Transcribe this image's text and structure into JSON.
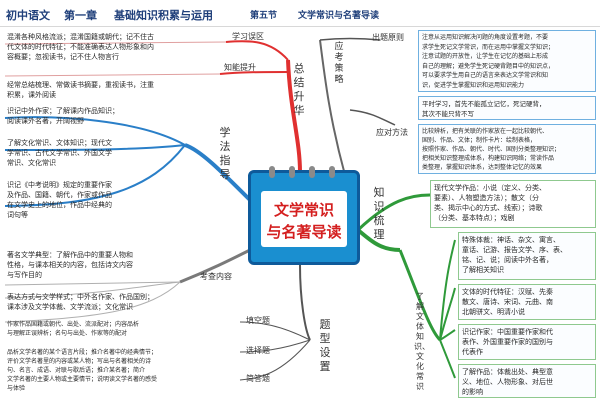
{
  "header": {
    "subject": "初中语文",
    "chapter": "第一章",
    "chapter_title": "基础知识积累与运用",
    "section": "第五节",
    "section_title": "文学常识与名著导读"
  },
  "center": {
    "line1": "文学常识",
    "line2": "与名著导读"
  },
  "left": {
    "summary_label": "总结升华",
    "mistakes_label": "学习误区",
    "improve_label": "知能提升",
    "mistakes_text": "混淆各种风格流派；混淆国籍或朝代；记不住古\n代文体的时代特征；不能准确表达人物形象和内\n容概要；忽视读书，记不住人物言行",
    "improve_text": "经常总结梳理、常做读书摘要，重视读书，注重\n积累，课外阅读",
    "method_label": "学法指导",
    "method_box1": "识记中外作家；了解课内作品知识；\n阅读课外名著，开阔视野",
    "method_box2": "了解文化常识、文体知识；现代文\n学常识、古代文学常识、外国文学\n常识、文化常识",
    "method_box3": "识记《中考说明》规定的重要作家\n及作品、国籍、朝代，作家或作品\n在文学史上的地位，作品中经典的\n词句等",
    "exam_label": "考查内容",
    "exam_box1": "著名文学典型：了解作品中的重要人物和\n性格，与课本相关的内容，包括诗文内容\n与写作目的",
    "exam_box2": "表达方式与文学样式；中外名作家、作品国别；\n课本涉及文学体裁、文学流派；文化常识",
    "exam_box3": "作家作品国籍或朝代、出处、流派配对；内容品析\n与理解正误辨析；名句与出处、作家等的配对",
    "exam_box4": "品析文学名著的某个语言片段；推介名著中的经典情节；\n评价文学名著里的内容或某人物；写出与名著相关的诗\n句、名言、成语、对联与歇后语；推介某名著；简介\n文学名著的主要人物或主要情节；说明读文学名著的感受\n与体验",
    "qtype_label": "题型设置",
    "qtype_fill": "填空题",
    "qtype_choice": "选择题",
    "qtype_short": "简答题"
  },
  "right": {
    "strategy_label": "应考策略",
    "principle_label": "出题原则",
    "principle_text": "注意从运用知识解决问题的角度设置考题，不要\n求学生死记文学常识，而在运用中掌握文学知识；\n注意试题的开放性，让学生在记忆的基础上形成\n自己的理解；避免学生死记硬背题目中的知识点，\n可以要求学生用自己的语言来表达文学常识和知\n识，促进学生掌握知识和运用知识能力",
    "attitude_text": "平时学习，首先不能孤立记忆，死记硬背，\n其次不能只背不写",
    "method_label": "应对方法",
    "method_text": "比较辨析，把有关联的作家放在一起比较朝代、\n国别、作品、文体；制作卡片：绘制表格，\n按照作家、作品、朝代、时代、国别分类整理知识；\n把相关知识整理成体系，构建知识网络；常读作品\n类整理，掌握知识体系，达到整体记忆的效果",
    "knowledge_label": "知识梳理",
    "lit_text": "现代文学作品：小说（定义、分类、\n要素）、人物塑造方法）；散文（分\n类、揭示中心的方式、线索）；诗歌\n（分类、基本特点）；戏剧",
    "culture_label": "了解文体知识、文化常识",
    "culture_box1": "特殊体裁：神话、杂文、寓言、\n童话、记游、报告文学、序、表、\n铭、记、说；阅读中外名著，\n了解相关知识",
    "culture_box2": "文体的时代特征：汉赋、先秦\n散文、唐诗、宋词、元曲、南\n北朝骈文、明清小说",
    "culture_box3": "识记作家：中国重要作家和代\n表作、外国重要作家的国别与\n代表作",
    "culture_box4": "了解作品：体裁出处、典型意\n义、地位、人物形象、对后世\n的影响"
  },
  "colors": {
    "summary_branch": "#e03030",
    "knowledge_branch": "#2f9a3a",
    "method_branch": "#2a7fc8",
    "exam_branch": "#7a7a7a",
    "title_blue": "#1f3f7a",
    "center_red": "#d41f1f"
  }
}
